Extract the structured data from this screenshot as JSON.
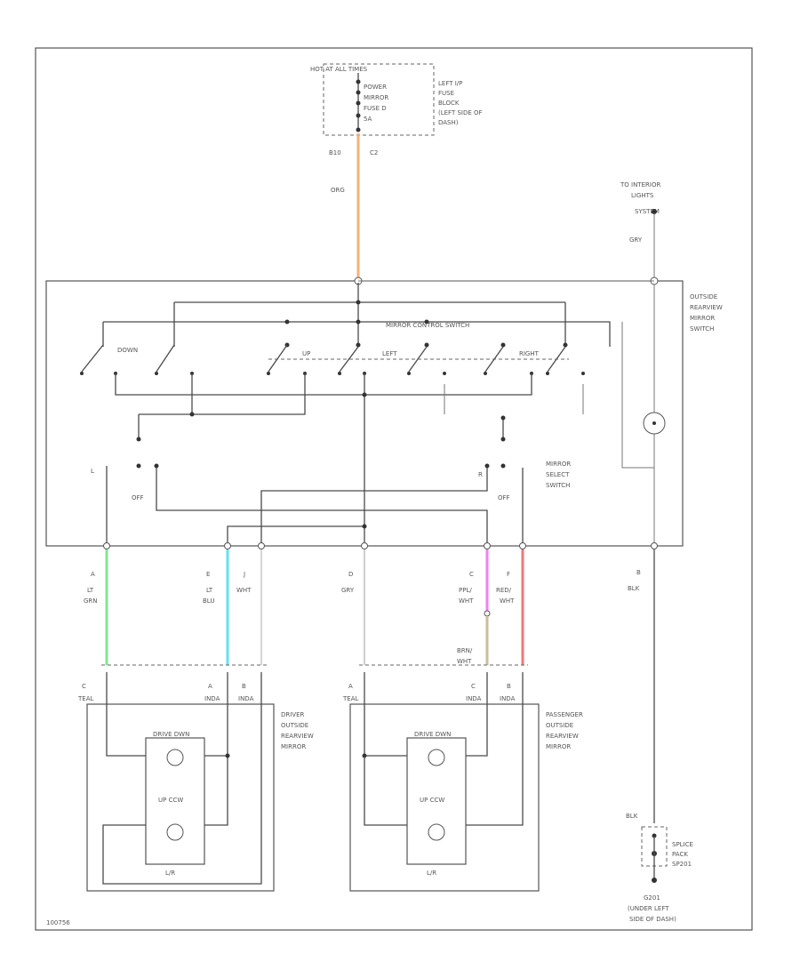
{
  "colors": {
    "orange": "#f4b27a",
    "green": "#7fe890",
    "cyan": "#66e0f0",
    "white": "#d6d6d6",
    "gray": "#cfcfcf",
    "pink": "#f080f0",
    "red": "#f07878",
    "tan": "#c8bf98",
    "black": "#555555"
  },
  "fuse": {
    "title": "HOT AT ALL TIMES",
    "lines": [
      "POWER",
      "MIRROR",
      "FUSE D",
      "5A"
    ],
    "location": [
      "LEFT I/P",
      "FUSE",
      "BLOCK",
      "(LEFT SIDE OF",
      "DASH)"
    ],
    "connector_left": "B10",
    "connector_right": "C2",
    "wire": "ORG"
  },
  "interior": {
    "label": [
      "TO INTERIOR",
      "LIGHTS",
      "SYSTEM"
    ],
    "wire": "GRY"
  },
  "switch": {
    "label": [
      "OUTSIDE",
      "REARVIEW",
      "MIRROR",
      "SWITCH"
    ],
    "control_label": "MIRROR CONTROL SWITCH",
    "down": "DOWN",
    "up": "UP",
    "left": "LEFT",
    "right": "RIGHT",
    "select_label": [
      "MIRROR",
      "SELECT",
      "SWITCH"
    ],
    "lr_left": "L",
    "lr_right": "R",
    "off_left": "OFF",
    "off_right": "OFF"
  },
  "pins": [
    {
      "letter": "A",
      "wire": [
        "LT",
        "GRN"
      ]
    },
    {
      "letter": "E",
      "wire": [
        "LT",
        "BLU"
      ]
    },
    {
      "letter": "J",
      "wire": [
        "WHT"
      ]
    },
    {
      "letter": "D",
      "wire": [
        "GRY"
      ]
    },
    {
      "letter": "C",
      "wire": [
        "PPL/",
        "WHT"
      ]
    },
    {
      "letter": "F",
      "wire": [
        "RED/",
        "WHT"
      ]
    },
    {
      "letter": "B",
      "wire": [
        "BLK"
      ]
    }
  ],
  "splice_wire": [
    "BRN/",
    "WHT"
  ],
  "driver": {
    "label": [
      "DRIVER",
      "OUTSIDE",
      "REARVIEW",
      "MIRROR"
    ],
    "pins": [
      "C",
      "A",
      "B"
    ],
    "codes": [
      "TEAL",
      "INDA",
      "INDA"
    ],
    "motor_top": "DRIVE DWN",
    "motor_mid": "UP CCW",
    "motor_bot": "L/R"
  },
  "passenger": {
    "label": [
      "PASSENGER",
      "OUTSIDE",
      "REARVIEW",
      "MIRROR"
    ],
    "pins": [
      "A",
      "C",
      "B"
    ],
    "codes": [
      "TEAL",
      "INDA",
      "INDA"
    ],
    "motor_top": "DRIVE DWN",
    "motor_mid": "UP CCW",
    "motor_bot": "L/R"
  },
  "ground": {
    "wire": "BLK",
    "splice": [
      "SPLICE",
      "PACK",
      "SP201"
    ],
    "location": [
      "G201",
      "(UNDER LEFT",
      "SIDE OF DASH)"
    ]
  },
  "figure_id": "100756"
}
